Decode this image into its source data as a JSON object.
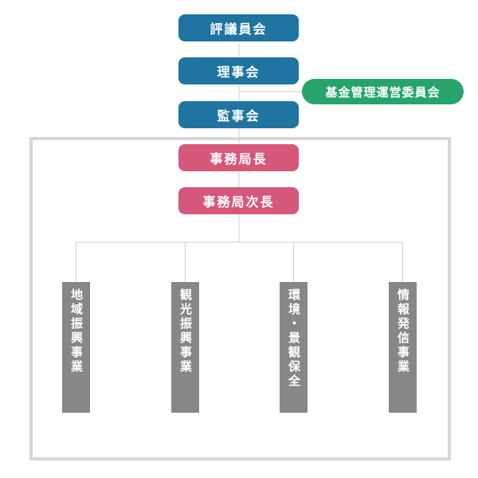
{
  "org": {
    "council": "評議員会",
    "board": "理事会",
    "fund_committee": "基金管理運営委員会",
    "auditors": "監事会",
    "secretary_general": "事務局長",
    "deputy_secretary_general": "事務局次長"
  },
  "departments": [
    {
      "label": "地域振興事業"
    },
    {
      "label": "観光振興事業"
    },
    {
      "label": "環境・景観保全"
    },
    {
      "label": "情報発信事業"
    }
  ],
  "colors": {
    "governance": "#1f74a1",
    "committee": "#26a46a",
    "secretariat": "#d5587a",
    "department": "#878787",
    "frame": "#d6d6d6",
    "connector": "#cfcfcf"
  }
}
